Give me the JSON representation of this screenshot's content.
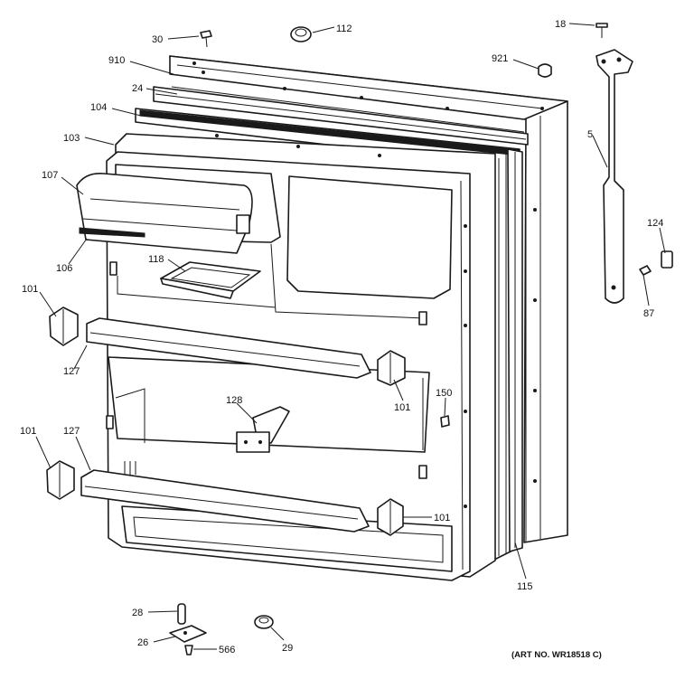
{
  "callouts": {
    "c30": "30",
    "c112": "112",
    "c18": "18",
    "c910": "910",
    "c921": "921",
    "c24": "24",
    "c104": "104",
    "c103": "103",
    "c5": "5",
    "c107": "107",
    "c124": "124",
    "c106": "106",
    "c118": "118",
    "c87": "87",
    "c101a": "101",
    "c127a": "127",
    "c101b": "101",
    "c150": "150",
    "c128": "128",
    "c101c": "101",
    "c127b": "127",
    "c101d": "101",
    "c115": "115",
    "c28": "28",
    "c26": "26",
    "c566": "566",
    "c29": "29"
  },
  "art_number": "(ART NO. WR18518 C)",
  "colors": {
    "line": "#1a1a1a",
    "background": "#ffffff"
  }
}
